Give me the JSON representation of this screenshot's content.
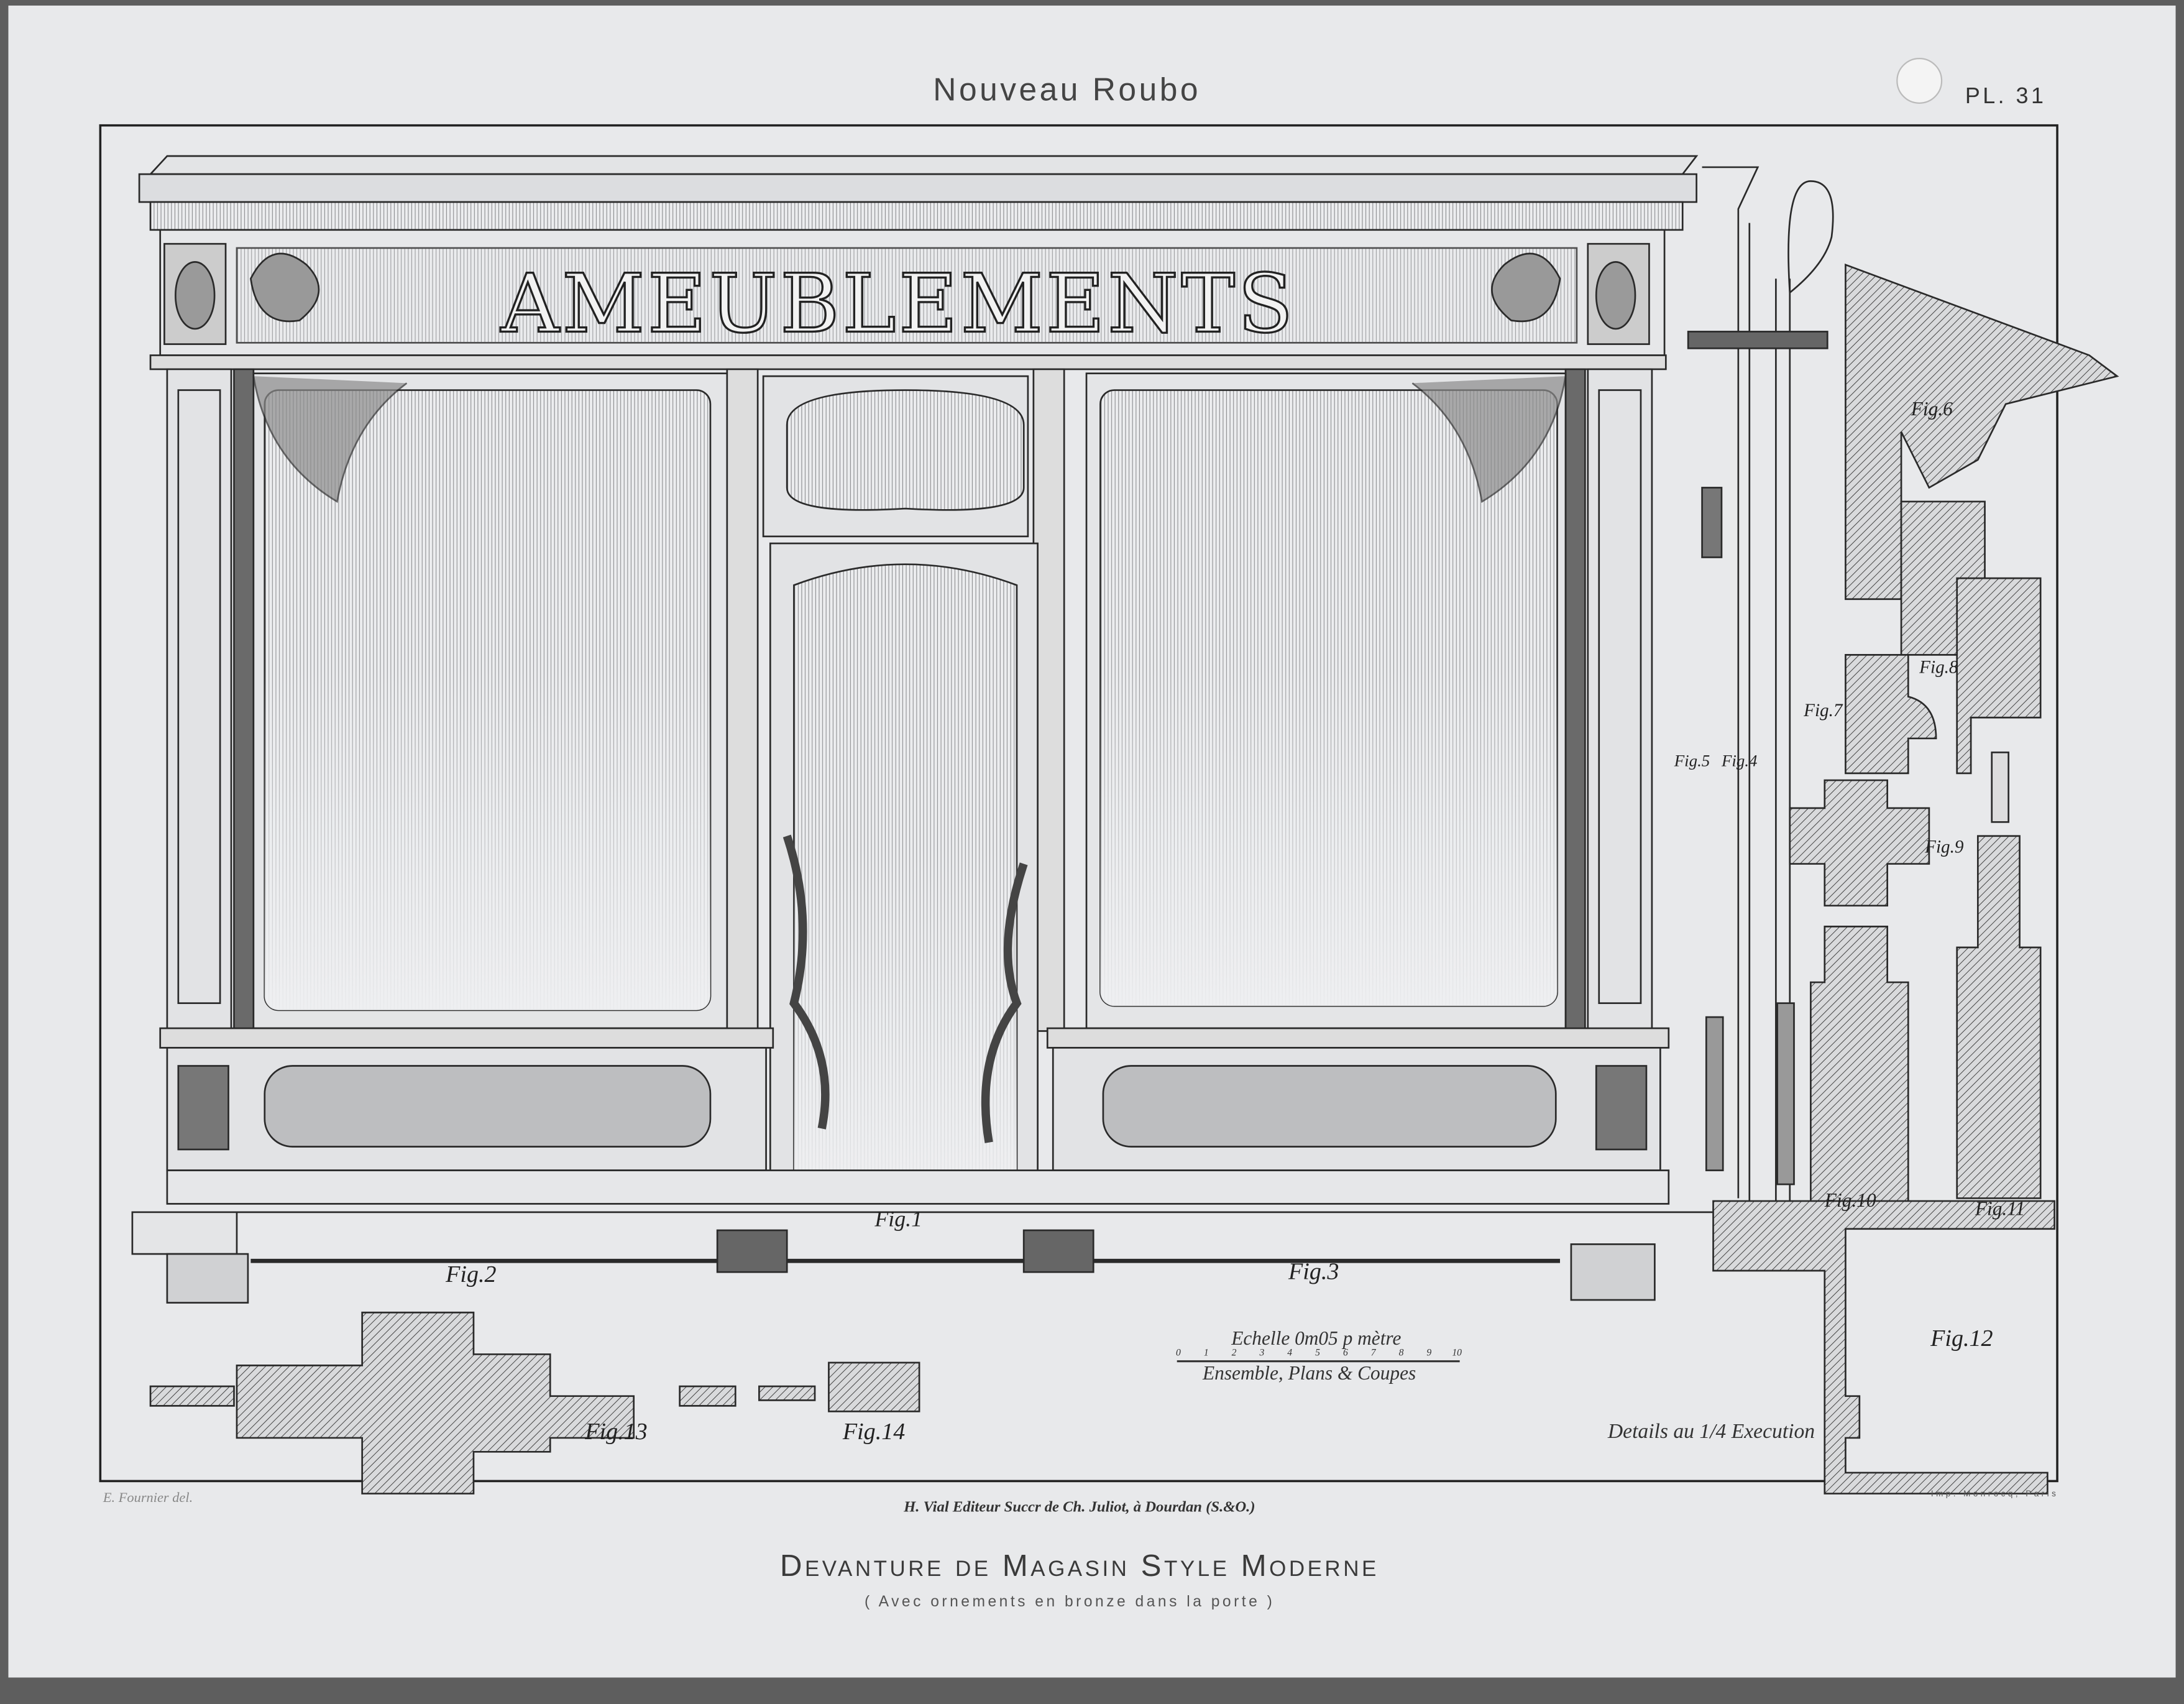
{
  "header": {
    "series_title": "Nouveau Roubo",
    "plate_number": "PL. 31"
  },
  "sign": {
    "text": "AMEUBLEMENTS"
  },
  "figures": {
    "fig1": "Fig.1",
    "fig2": "Fig.2",
    "fig3": "Fig.3",
    "fig4": "Fig.4",
    "fig5": "Fig.5",
    "fig6": "Fig.6",
    "fig7": "Fig.7",
    "fig8": "Fig.8",
    "fig9": "Fig.9",
    "fig10": "Fig.10",
    "fig11": "Fig.11",
    "fig12": "Fig.12",
    "fig13": "Fig.13",
    "fig14": "Fig.14"
  },
  "scale": {
    "title": "Echelle 0m05 p mètre",
    "ticks": [
      "0",
      "1",
      "2",
      "3",
      "4",
      "5",
      "6",
      "7",
      "8",
      "9",
      "10"
    ],
    "caption": "Ensemble, Plans & Coupes"
  },
  "details_note": "Details au 1/4 Execution",
  "credits": {
    "draftsman": "E. Fournier del.",
    "publisher": "H. Vial Editeur Succr de Ch. Juliot, à Dourdan (S.&O.)",
    "printer": "Imp. Monrocq, Paris"
  },
  "title": {
    "main": "Devanture de Magasin Style Moderne",
    "subtitle": "( Avec ornements en bronze dans la porte )"
  },
  "colors": {
    "paper": "#e8e9eb",
    "ink": "#2a2a2a",
    "glass": "#d6d7da"
  }
}
